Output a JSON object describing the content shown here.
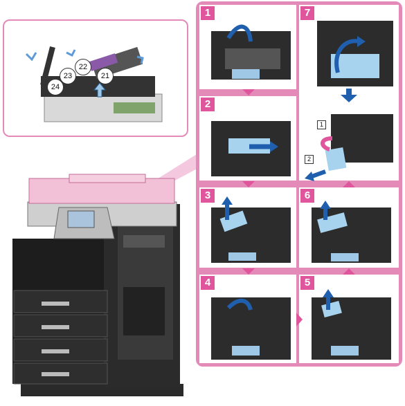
{
  "accent_color": "#e0569c",
  "frame_color": "#e48ab9",
  "action_arrow_color": "#1f5fae",
  "inset": {
    "callouts": [
      "21",
      "22",
      "23",
      "24"
    ]
  },
  "steps": [
    {
      "number": "1"
    },
    {
      "number": "2"
    },
    {
      "number": "3"
    },
    {
      "number": "4"
    },
    {
      "number": "5"
    },
    {
      "number": "6"
    },
    {
      "number": "7",
      "sub_labels": [
        "1",
        "2"
      ]
    }
  ]
}
